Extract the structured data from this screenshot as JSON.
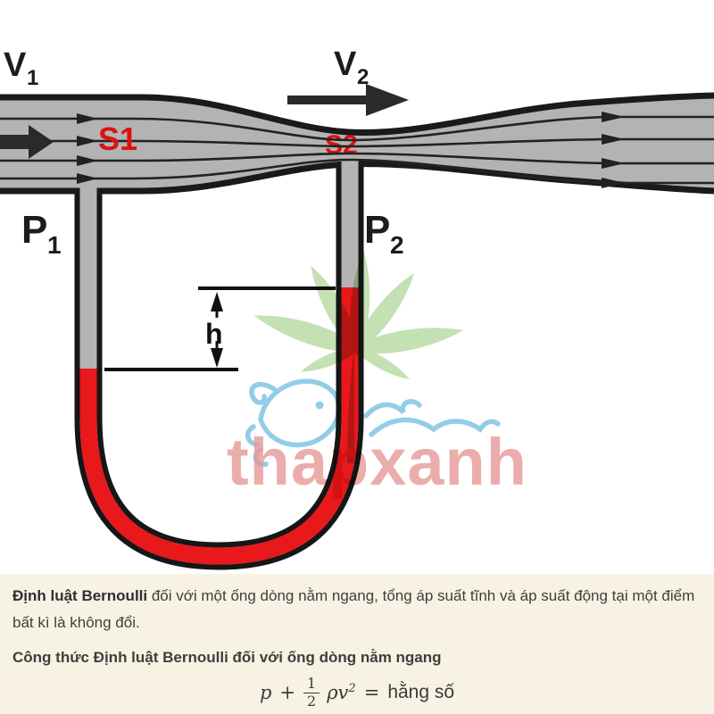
{
  "diagram": {
    "flow_labels": {
      "v1_main": "V",
      "v1_sub": "1",
      "v2_main": "V",
      "v2_sub": "2",
      "s1": "S1",
      "s2": "S2",
      "p1_main": "P",
      "p1_sub": "1",
      "p2_main": "P",
      "p2_sub": "2",
      "height_label": "h"
    },
    "watermark_text": "thapxanh",
    "colors": {
      "pipe_fill": "#b3b3b3",
      "pipe_wall": "#1a1a1a",
      "liquid_red": "#e9181b",
      "label_red": "#dd1111",
      "watermark_green": "#b9dca6",
      "watermark_blue": "#7fc4e4",
      "watermark_pink": "#e28585",
      "caption_bg": "#f7f2e3"
    }
  },
  "caption": {
    "paragraph1_bold": "Định luật Bernoulli",
    "paragraph1_rest": " đối với một ống dòng nằm ngang, tổng áp suất tĩnh và áp suất động tại một điểm bất kì là không đổi.",
    "paragraph2_bold": "Công thức Định luật Bernoulli đối với ống dòng nằm ngang",
    "formula": {
      "p": "p",
      "plus": "+",
      "frac_num": "1",
      "frac_den": "2",
      "rho_v": "ρv",
      "exponent": "2",
      "equals": "=",
      "result": "hằng số"
    }
  }
}
